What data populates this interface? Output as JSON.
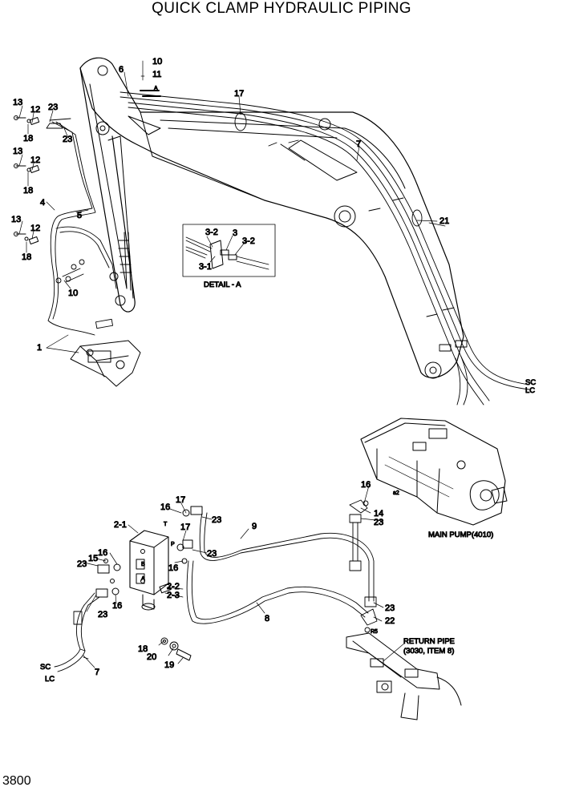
{
  "title": "QUICK CLAMP HYDRAULIC PIPING",
  "page_number": "3800",
  "detail": {
    "caption": "DETAIL - A",
    "labels": [
      "3-2",
      "3",
      "3-2",
      "3-1"
    ]
  },
  "main_pump_caption": "MAIN PUMP(4010)",
  "return_pipe_caption": [
    "RETURN PIPE",
    "(3030, ITEM 8)"
  ],
  "line_codes": {
    "sc": "SC",
    "lc": "LC"
  },
  "port_marks": {
    "a": "A",
    "b": "B",
    "p": "P",
    "t": "T",
    "a2": "a2",
    "r5": "R5"
  },
  "callouts_top": [
    {
      "id": "c10a",
      "text": "10"
    },
    {
      "id": "c11",
      "text": "11"
    },
    {
      "id": "c6",
      "text": "6"
    },
    {
      "id": "cA",
      "text": "A"
    },
    {
      "id": "c17a",
      "text": "17"
    },
    {
      "id": "c7a",
      "text": "7"
    },
    {
      "id": "c21",
      "text": "21"
    },
    {
      "id": "c13a",
      "text": "13"
    },
    {
      "id": "c12a",
      "text": "12"
    },
    {
      "id": "c23a",
      "text": "23"
    },
    {
      "id": "c18a",
      "text": "18"
    },
    {
      "id": "c23b",
      "text": "23"
    },
    {
      "id": "c13b",
      "text": "13"
    },
    {
      "id": "c12b",
      "text": "12"
    },
    {
      "id": "c18b",
      "text": "18"
    },
    {
      "id": "c4",
      "text": "4"
    },
    {
      "id": "c5",
      "text": "5"
    },
    {
      "id": "c13c",
      "text": "13"
    },
    {
      "id": "c12c",
      "text": "12"
    },
    {
      "id": "c18c",
      "text": "18"
    },
    {
      "id": "c10b",
      "text": "10"
    },
    {
      "id": "c1",
      "text": "1"
    }
  ],
  "callouts_bottom": [
    {
      "id": "d17a",
      "text": "17"
    },
    {
      "id": "d16a",
      "text": "16"
    },
    {
      "id": "d23a",
      "text": "23"
    },
    {
      "id": "d21",
      "text": "2-1"
    },
    {
      "id": "d17b",
      "text": "17"
    },
    {
      "id": "d23b",
      "text": "23"
    },
    {
      "id": "d16b",
      "text": "16"
    },
    {
      "id": "d9",
      "text": "9"
    },
    {
      "id": "d16c",
      "text": "16"
    },
    {
      "id": "d15",
      "text": "15"
    },
    {
      "id": "d23c",
      "text": "23"
    },
    {
      "id": "d22b",
      "text": "2-2"
    },
    {
      "id": "d23l",
      "text": "2-3"
    },
    {
      "id": "d23d",
      "text": "23"
    },
    {
      "id": "d16d",
      "text": "16"
    },
    {
      "id": "d8",
      "text": "8"
    },
    {
      "id": "d18",
      "text": "18"
    },
    {
      "id": "d20",
      "text": "20"
    },
    {
      "id": "d19",
      "text": "19"
    },
    {
      "id": "d7",
      "text": "7"
    },
    {
      "id": "d16e",
      "text": "16"
    },
    {
      "id": "d14",
      "text": "14"
    },
    {
      "id": "d23e",
      "text": "23"
    },
    {
      "id": "d23f",
      "text": "23"
    },
    {
      "id": "d22",
      "text": "22"
    }
  ]
}
